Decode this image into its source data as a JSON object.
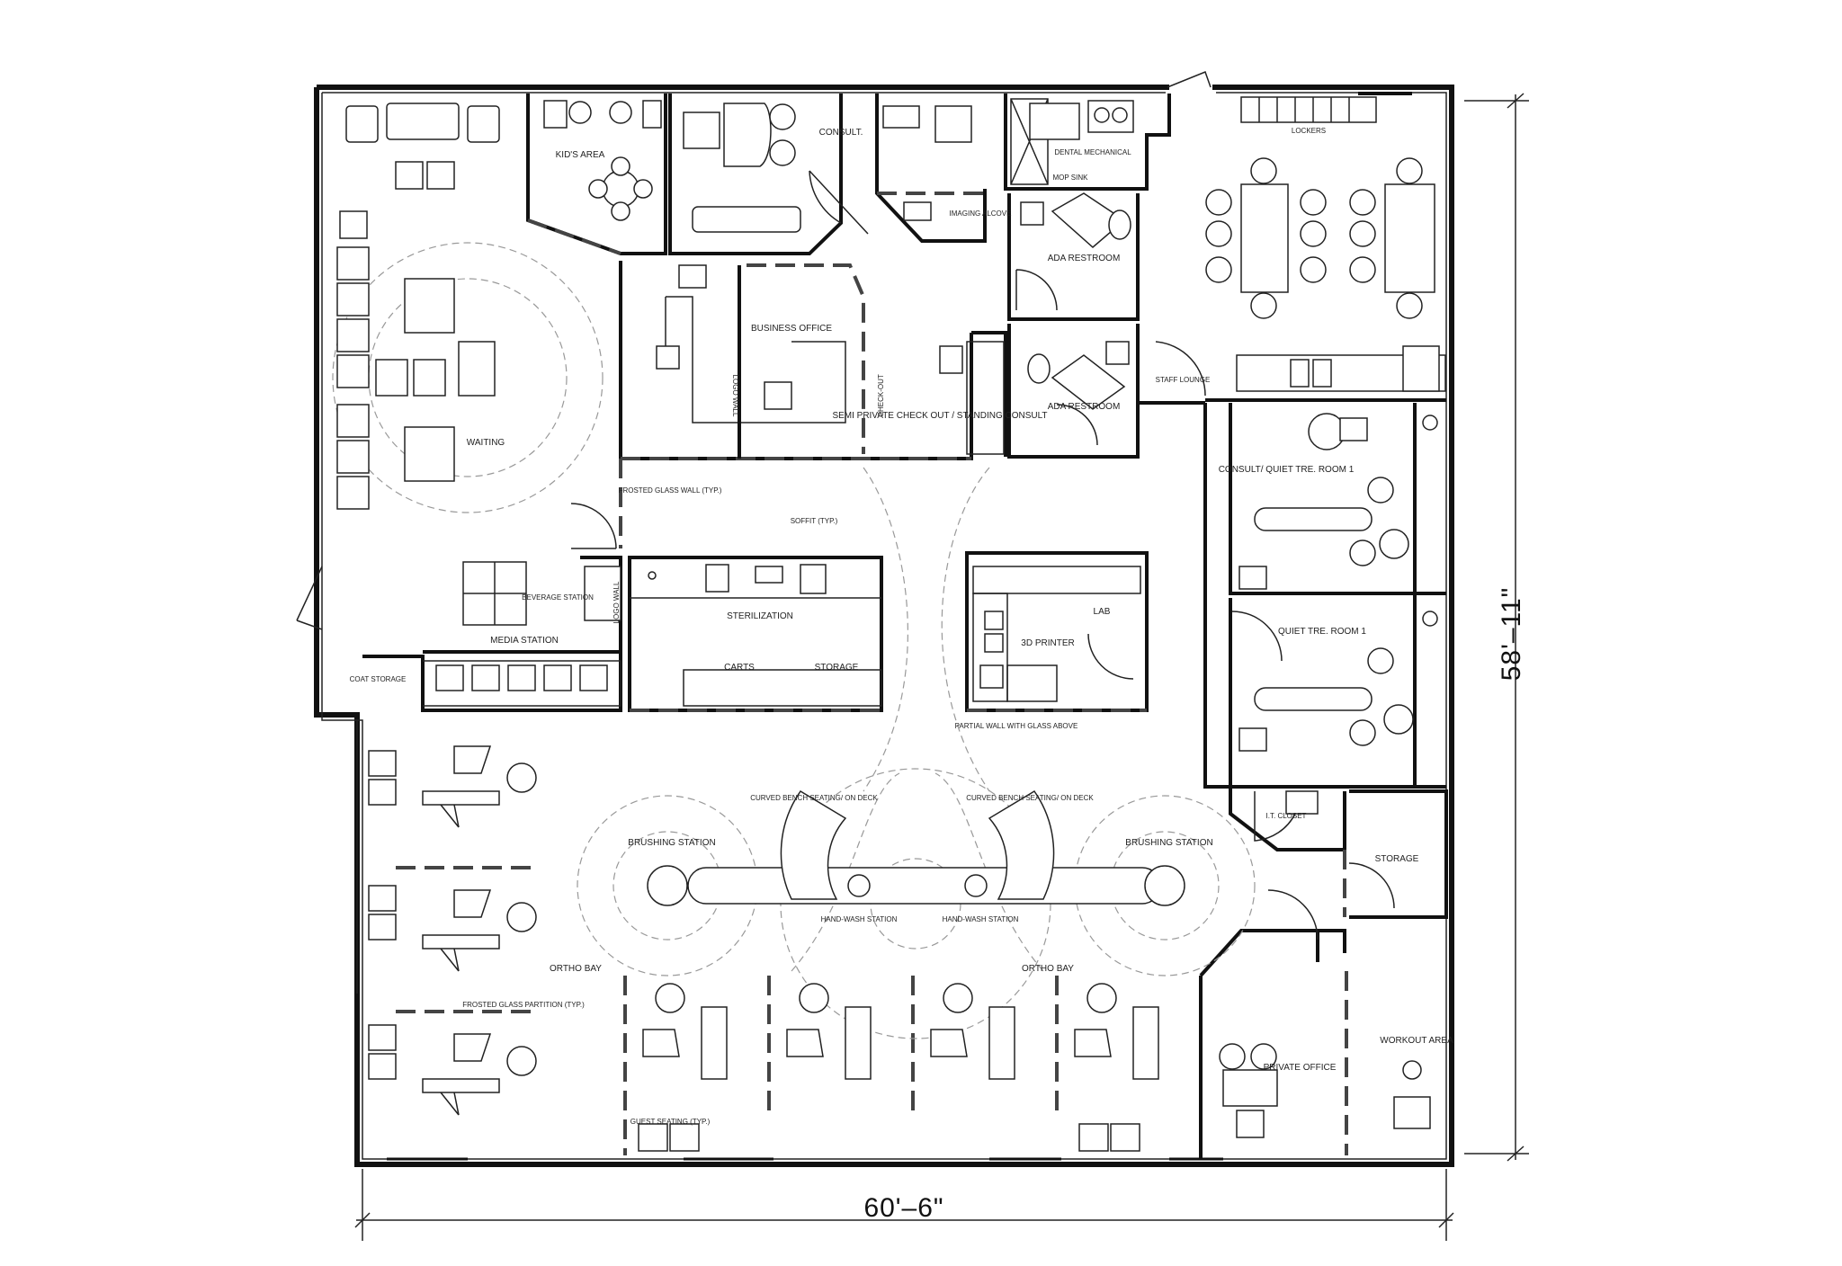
{
  "plan": {
    "dimensions": {
      "width": "60'–6\"",
      "height": "58'–11\""
    },
    "rooms": {
      "kids_area": "KID'S AREA",
      "consult": "CONSULT.",
      "imaging_alcove": "IMAGING ALCOVE",
      "dental_mechanical": "DENTAL MECHANICAL",
      "mop_sink": "MOP SINK",
      "lockers": "LOCKERS",
      "ada_restroom_1": "ADA RESTROOM",
      "ada_restroom_2": "ADA RESTROOM",
      "business_office": "BUSINESS OFFICE",
      "logo_wall_1": "LOGO WALL",
      "check_out": "CHECK-OUT",
      "semi_private": "SEMI PRIVATE CHECK OUT / STANDING CONSULT",
      "staff_lounge": "STAFF LOUNGE",
      "waiting": "WAITING",
      "frosted_glass_wall": "FROSTED GLASS WALL (TYP.)",
      "soffit": "SOFFIT (TYP.)",
      "consult_quiet_room_1": "CONSULT/ QUIET TRE. ROOM 1",
      "quiet_room_1": "QUIET TRE. ROOM 1",
      "beverage_station": "BEVERAGE STATION",
      "logo_wall_2": "LOGO WALL",
      "media_station": "MEDIA STATION",
      "coat_storage": "COAT STORAGE",
      "sterilization": "STERILIZATION",
      "carts": "CARTS",
      "storage_steri": "STORAGE",
      "lab": "LAB",
      "printer_3d": "3D PRINTER",
      "partial_wall": "PARTIAL WALL WITH GLASS ABOVE",
      "it_closet": "I.T. CLOSET",
      "storage": "STORAGE",
      "curved_bench_left": "CURVED BENCH SEATING/ ON DECK",
      "curved_bench_right": "CURVED BENCH SEATING/ ON DECK",
      "brushing_left": "BRUSHING STATION",
      "brushing_right": "BRUSHING STATION",
      "handwash_left": "HAND-WASH STATION",
      "handwash_right": "HAND-WASH STATION",
      "ortho_bay_left": "ORTHO BAY",
      "ortho_bay_right": "ORTHO BAY",
      "frosted_glass_partition": "FROSTED GLASS PARTITION (TYP.)",
      "guest_seating": "GUEST SEATING (TYP.)",
      "private_office": "PRIVATE OFFICE",
      "workout_area": "WORKOUT AREA"
    }
  }
}
